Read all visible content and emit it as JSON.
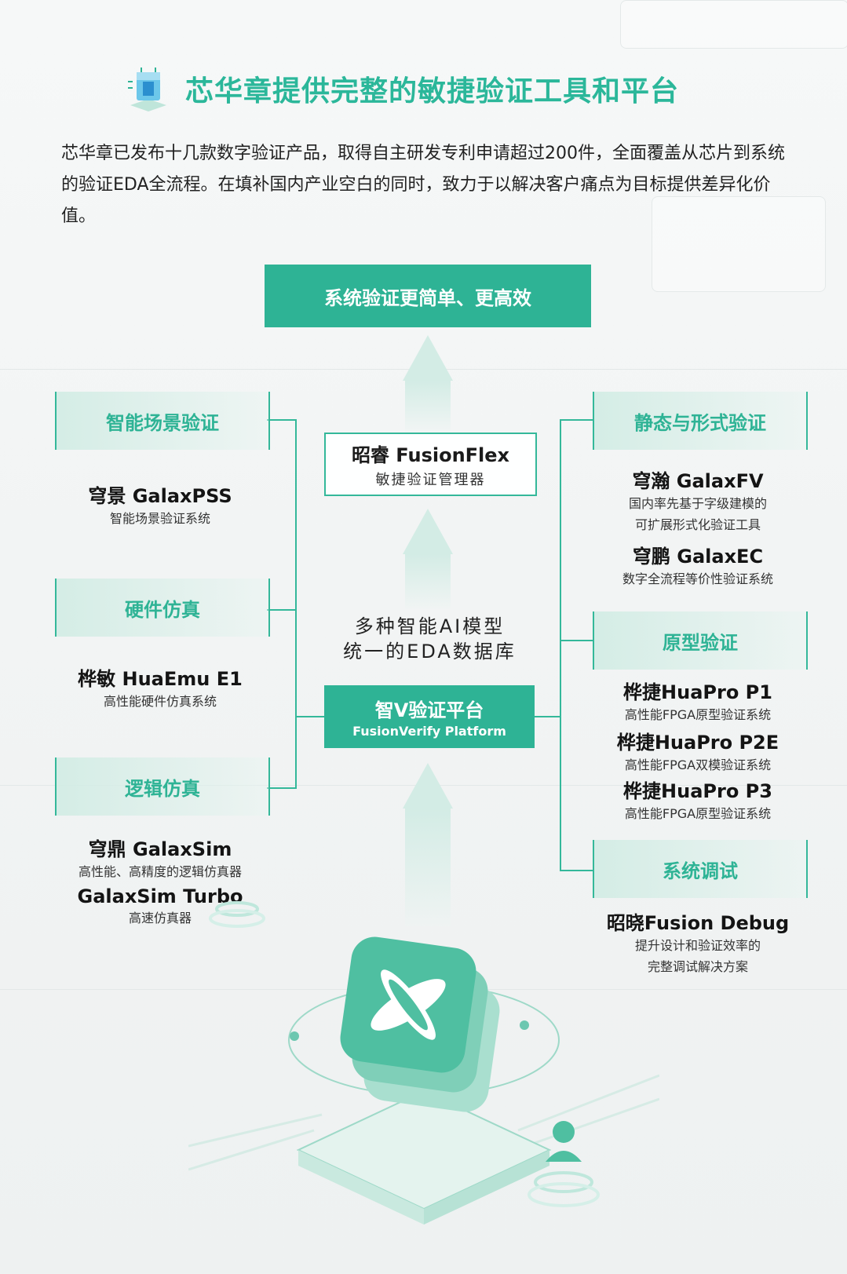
{
  "title": "芯华章提供完整的敏捷验证工具和平台",
  "intro": "芯华章已发布十几款数字验证产品，取得自主研发专利申请超过200件，全面覆盖从芯片到系统的验证EDA全流程。在填补国内产业空白的同时，致力于以解决客户痛点为目标提供差异化价值。",
  "top_goal": "系统验证更简单、更高效",
  "manager": {
    "name": "昭睿 FusionFlex",
    "desc": "敏捷验证管理器"
  },
  "middle_text": [
    "多种智能AI模型",
    "统一的EDA数据库"
  ],
  "platform": {
    "name": "智V验证平台",
    "name_en": "FusionVerify Platform"
  },
  "left_categories": [
    {
      "label": "智能场景验证",
      "products": [
        {
          "name": "穹景 GalaxPSS",
          "desc": [
            "智能场景验证系统"
          ]
        }
      ]
    },
    {
      "label": "硬件仿真",
      "products": [
        {
          "name": "桦敏 HuaEmu E1",
          "desc": [
            "高性能硬件仿真系统"
          ]
        }
      ]
    },
    {
      "label": "逻辑仿真",
      "products": [
        {
          "name": "穹鼎 GalaxSim",
          "desc": [
            "高性能、高精度的逻辑仿真器"
          ]
        },
        {
          "name": "GalaxSim Turbo",
          "desc": [
            "高速仿真器"
          ]
        }
      ]
    }
  ],
  "right_categories": [
    {
      "label": "静态与形式验证",
      "products": [
        {
          "name": "穹瀚 GalaxFV",
          "desc": [
            "国内率先基于字级建模的",
            "可扩展形式化验证工具"
          ]
        },
        {
          "name": "穹鹏 GalaxEC",
          "desc": [
            "数字全流程等价性验证系统"
          ]
        }
      ]
    },
    {
      "label": "原型验证",
      "products": [
        {
          "name": "桦捷HuaPro P1",
          "desc": [
            "高性能FPGA原型验证系统"
          ]
        },
        {
          "name": "桦捷HuaPro P2E",
          "desc": [
            "高性能FPGA双模验证系统"
          ]
        },
        {
          "name": "桦捷HuaPro P3",
          "desc": [
            "高性能FPGA原型验证系统"
          ]
        }
      ]
    },
    {
      "label": "系统调试",
      "products": [
        {
          "name": "昭晓Fusion Debug",
          "desc": [
            "提升设计和验证效率的",
            "完整调试解决方案"
          ]
        }
      ]
    }
  ],
  "colors": {
    "accent": "#2eb395",
    "accent_light": "#d3ece5",
    "text": "#1e1e1e"
  }
}
